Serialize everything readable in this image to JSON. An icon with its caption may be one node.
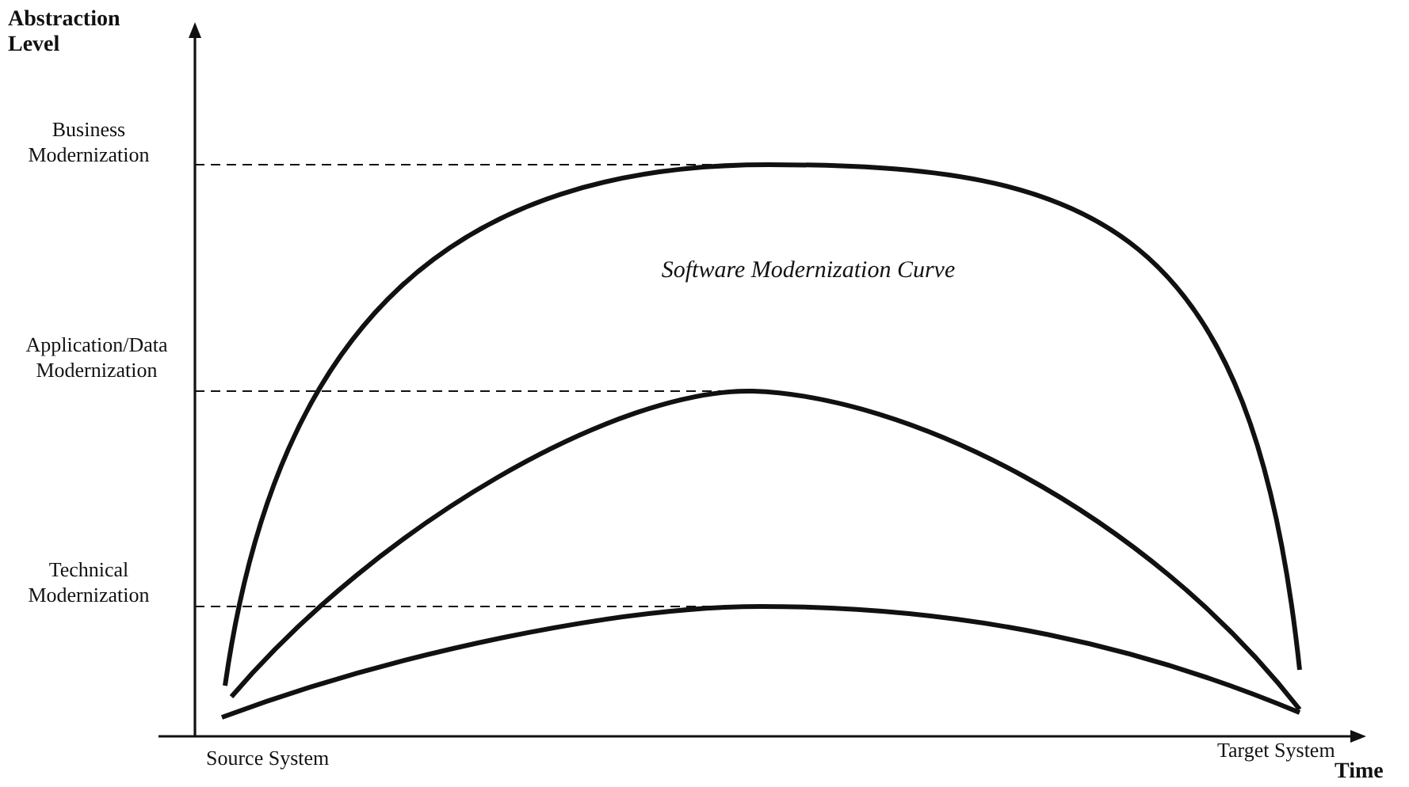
{
  "diagram": {
    "labels": [
      "Abstraction Level",
      "Business Modernization",
      "Software Modernization Curve",
      "Application/Data Modernization",
      "Technical Modernization",
      "Source System",
      "Target System",
      "Time"
    ]
  }
}
